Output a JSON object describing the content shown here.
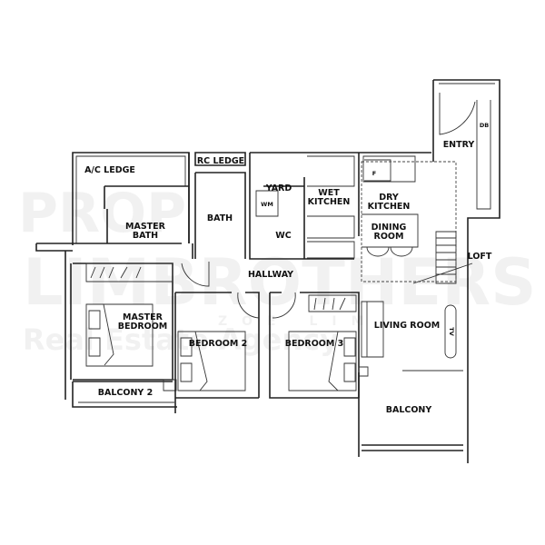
{
  "watermark": {
    "line1": "PROP",
    "line2": "LIMBROTHERS",
    "line3": "ZOE LIM",
    "line4": "Real Estate Agency"
  },
  "rooms": {
    "ac_ledge": "A/C LEDGE",
    "rc_ledge": "RC LEDGE",
    "yard": "YARD",
    "wet_kitchen": [
      "WET",
      "KITCHEN"
    ],
    "dry_kitchen": [
      "DRY",
      "KITCHEN"
    ],
    "master_bath": [
      "MASTER",
      "BATH"
    ],
    "bath": "BATH",
    "wc": "WC",
    "dining_room": [
      "DINING",
      "ROOM"
    ],
    "loft": "LOFT",
    "hallway": "HALLWAY",
    "master_bedroom": [
      "MASTER",
      "BEDROOM"
    ],
    "bedroom_2": "BEDROOM 2",
    "bedroom_3": "BEDROOM 3",
    "living_room": "LIVING ROOM",
    "balcony_2": "BALCONY 2",
    "balcony": "BALCONY",
    "entry": "ENTRY"
  },
  "fixtures": {
    "wm": "WM",
    "fridge": "F",
    "db": "DB",
    "tv": "TV"
  }
}
